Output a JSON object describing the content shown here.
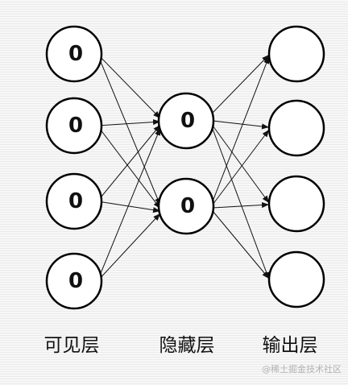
{
  "diagram": {
    "layers": [
      {
        "label": "可见层",
        "nodes": [
          "0",
          "0",
          "0",
          "0"
        ]
      },
      {
        "label": "隐藏层",
        "nodes": [
          "0",
          "0"
        ]
      },
      {
        "label": "输出层",
        "nodes": [
          "",
          "",
          "",
          ""
        ]
      }
    ]
  },
  "watermark": "@稀土掘金技术社区"
}
